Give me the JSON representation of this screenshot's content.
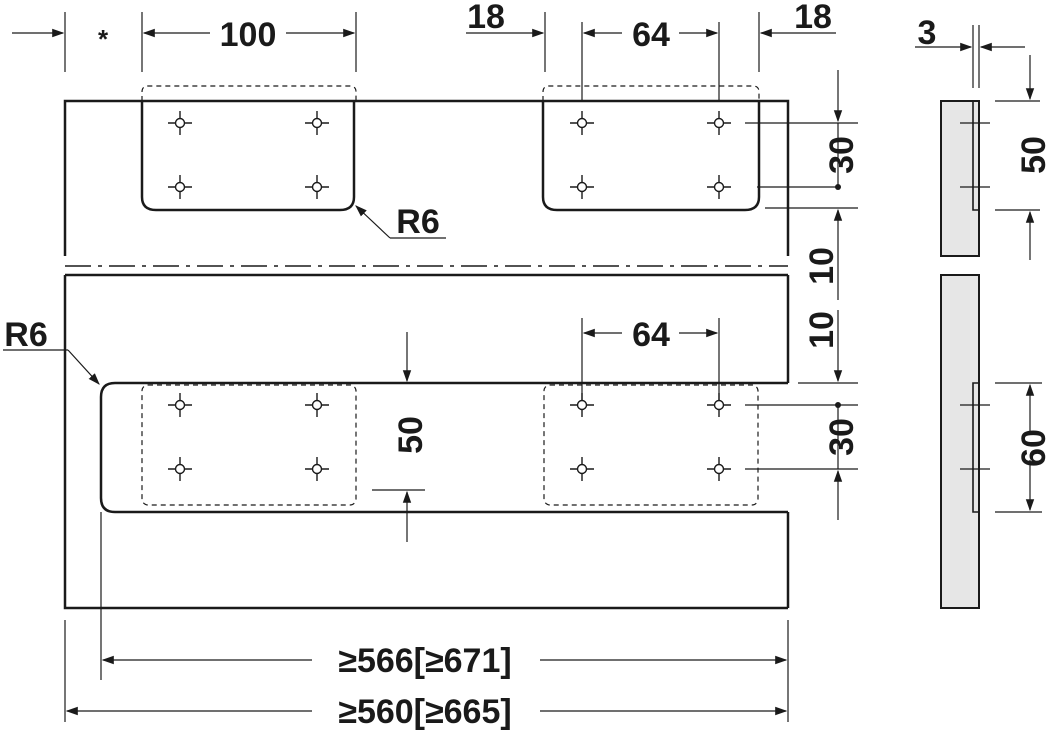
{
  "dims": {
    "star": "*",
    "w100": "100",
    "w18a": "18",
    "w64a": "64",
    "w18b": "18",
    "w3": "3",
    "v30a": "30",
    "v10a": "10",
    "v10b": "10",
    "v30b": "30",
    "v50a": "50",
    "v50b": "50",
    "v60": "60",
    "r6a": "R6",
    "r6b": "R6",
    "w64b": "64",
    "total1": "≥566[≥671]",
    "total2": "≥560[≥665]"
  },
  "colors": {
    "line": "#1a1a1a",
    "side_fill": "#e6e6e6"
  }
}
